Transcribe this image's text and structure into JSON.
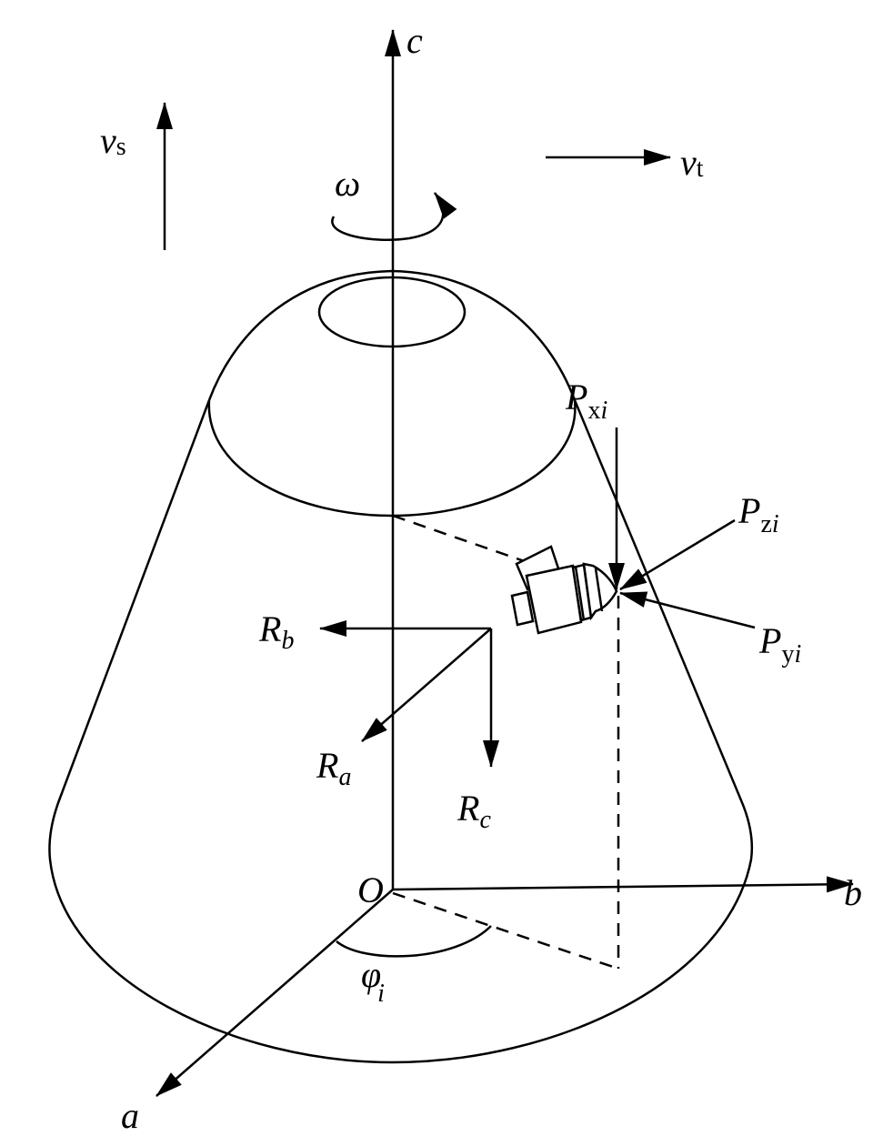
{
  "labels": {
    "c": "c",
    "b": "b",
    "a": "a",
    "O": "O",
    "v": "v",
    "s": "s",
    "t": "t",
    "omega": "ω",
    "phi": "φ",
    "i": "i",
    "R": "R",
    "ra": "a",
    "rb": "b",
    "rc": "c",
    "P": "P",
    "x": "x",
    "y": "y",
    "z": "z"
  }
}
